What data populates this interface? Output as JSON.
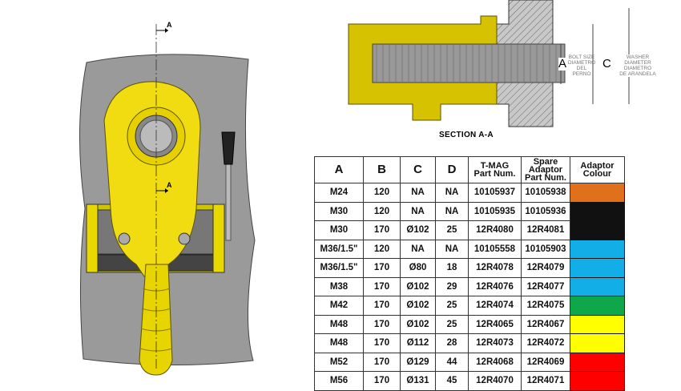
{
  "front_view": {
    "section_marker_top": "A",
    "section_marker_mid": "A"
  },
  "section_view": {
    "title": "SECTION A-A",
    "dim_a_letter": "A",
    "dim_a_label": [
      "BOLT SIZE",
      "DIAMETRO",
      "DEL PERNO"
    ],
    "dim_c_letter": "C",
    "dim_c_label": [
      "WASHER DIAMETER",
      "DIAMETRO",
      "DE ARANDELA"
    ]
  },
  "table": {
    "headers": [
      "A",
      "B",
      "C",
      "D",
      "T-MAG\nPart Num.",
      "Spare\nAdaptor\nPart Num.",
      "Adaptor\nColour"
    ],
    "rows": [
      {
        "a": "M24",
        "b": "120",
        "c": "NA",
        "d": "NA",
        "tmag": "10105937",
        "spare": "10105938",
        "colour": "#e0701a"
      },
      {
        "a": "M30",
        "b": "120",
        "c": "NA",
        "d": "NA",
        "tmag": "10105935",
        "spare": "10105936",
        "colour": "#111111"
      },
      {
        "a": "M30",
        "b": "170",
        "c": "Ø102",
        "d": "25",
        "tmag": "12R4080",
        "spare": "12R4081",
        "colour": "#111111"
      },
      {
        "a": "M36/1.5\"",
        "b": "120",
        "c": "NA",
        "d": "NA",
        "tmag": "10105558",
        "spare": "10105903",
        "colour": "#12aee8"
      },
      {
        "a": "M36/1.5\"",
        "b": "170",
        "c": "Ø80",
        "d": "18",
        "tmag": "12R4078",
        "spare": "12R4079",
        "colour": "#12aee8"
      },
      {
        "a": "M38",
        "b": "170",
        "c": "Ø102",
        "d": "29",
        "tmag": "12R4076",
        "spare": "12R4077",
        "colour": "#12aee8"
      },
      {
        "a": "M42",
        "b": "170",
        "c": "Ø102",
        "d": "25",
        "tmag": "12R4074",
        "spare": "12R4075",
        "colour": "#0ea84a"
      },
      {
        "a": "M48",
        "b": "170",
        "c": "Ø102",
        "d": "25",
        "tmag": "12R4065",
        "spare": "12R4067",
        "colour": "#ffff00"
      },
      {
        "a": "M48",
        "b": "170",
        "c": "Ø112",
        "d": "28",
        "tmag": "12R4073",
        "spare": "12R4072",
        "colour": "#ffff00"
      },
      {
        "a": "M52",
        "b": "170",
        "c": "Ø129",
        "d": "44",
        "tmag": "12R4068",
        "spare": "12R4069",
        "colour": "#ff0000"
      },
      {
        "a": "M56",
        "b": "170",
        "c": "Ø131",
        "d": "45",
        "tmag": "12R4070",
        "spare": "12R4071",
        "colour": "#ff0000"
      }
    ]
  }
}
